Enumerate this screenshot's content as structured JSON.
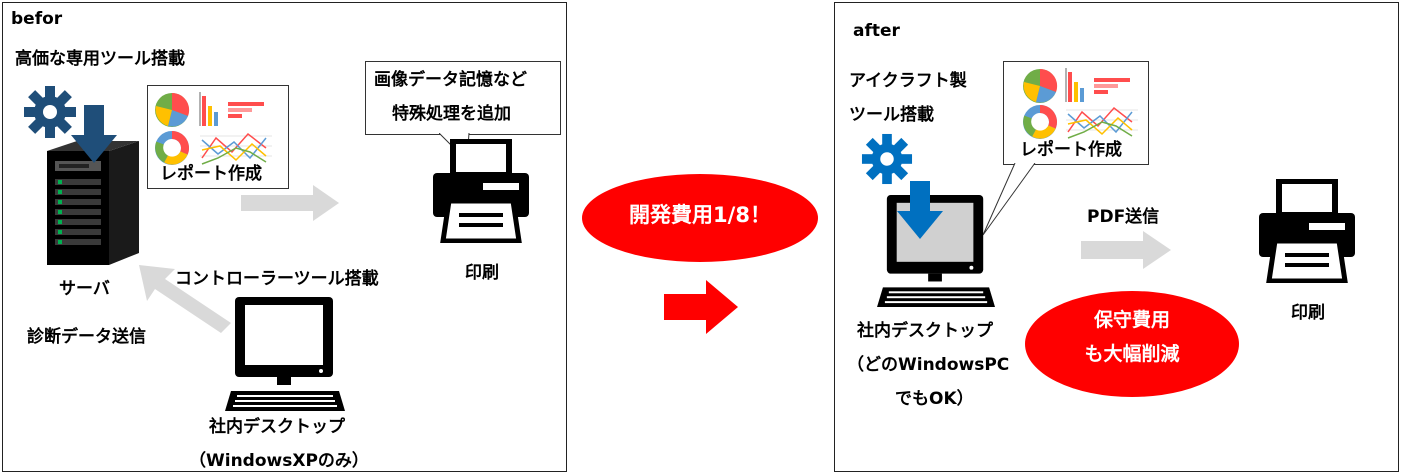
{
  "before": {
    "title": "befor",
    "server_tool_label": "高価な専用ツール搭載",
    "report_label": "レポート作成",
    "server_label": "サーバ",
    "printer_note_line1": "画像データ記憶など",
    "printer_note_line2": "特殊処理を追加",
    "print_label": "印刷",
    "controller_label": "コントローラーツール搭載",
    "diag_label": "診断データ送信",
    "desktop_label": "社内デスクトップ",
    "desktop_os_label": "（WindowsXPのみ）"
  },
  "center": {
    "cost_badge": "開発費用1/8！"
  },
  "after": {
    "title": "after",
    "tool_line1": "アイクラフト製",
    "tool_line2": "ツール搭載",
    "report_label": "レポート作成",
    "pdf_label": "PDF送信",
    "print_label": "印刷",
    "desktop_label": "社内デスクトップ",
    "desktop_note_line1": "（どのWindowsPC",
    "desktop_note_line2": "でもOK）",
    "maint_line1": "保守費用",
    "maint_line2": "も大幅削減"
  },
  "colors": {
    "badge_red": "#ff0000",
    "gear_blue": "#1f4e79",
    "gear_light_blue": "#0070c0",
    "arrow_gray": "#d9d9d9",
    "arrow_red": "#ff0000"
  },
  "icons": [
    "gear-icon",
    "download-arrow-icon",
    "server-icon",
    "printer-icon",
    "desktop-computer-icon",
    "pie-chart-icon",
    "bar-chart-icon",
    "line-chart-icon",
    "donut-chart-icon"
  ]
}
